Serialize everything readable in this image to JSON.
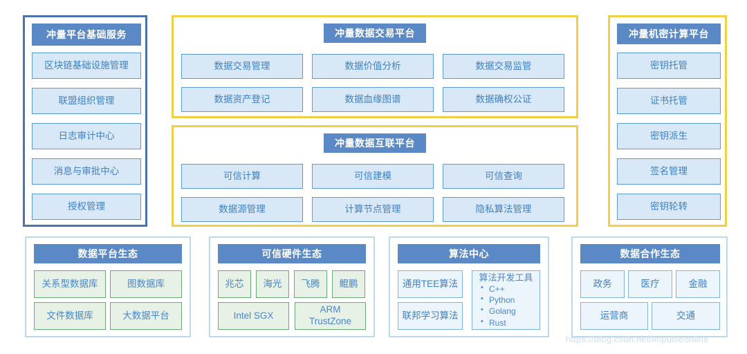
{
  "base_services": {
    "title": "冲量平台基础服务",
    "items": [
      "区块链基础设施管理",
      "联盟组织管理",
      "日志审计中心",
      "消息与审批中心",
      "授权管理"
    ]
  },
  "data_trading": {
    "title": "冲量数据交易平台",
    "items": [
      "数据交易管理",
      "数据价值分析",
      "数据交易监管",
      "数据资产登记",
      "数据血缘图谱",
      "数据确权公证"
    ]
  },
  "data_interconnect": {
    "title": "冲量数据互联平台",
    "items": [
      "可信计算",
      "可信建模",
      "可信查询",
      "数据源管理",
      "计算节点管理",
      "隐私算法管理"
    ]
  },
  "confidential_computing": {
    "title": "冲量机密计算平台",
    "items": [
      "密钥托管",
      "证书托管",
      "密钥派生",
      "签名管理",
      "密钥轮转"
    ]
  },
  "data_platform_eco": {
    "title": "数据平台生态",
    "items": [
      "关系型数据库",
      "图数据库",
      "文件数据库",
      "大数据平台"
    ]
  },
  "trusted_hardware_eco": {
    "title": "可信硬件生态",
    "chips": [
      "兆芯",
      "海光",
      "飞腾",
      "鲲鹏"
    ],
    "platforms": [
      "Intel SGX",
      "ARM\nTrustZone"
    ]
  },
  "algorithm_center": {
    "title": "算法中心",
    "items": [
      "通用TEE算法",
      "联邦学习算法"
    ],
    "tools_title": "算法开发工具",
    "tools": [
      "C++",
      "Python",
      "Golang",
      "Rust"
    ]
  },
  "data_cooperation_eco": {
    "title": "数据合作生态",
    "row1": [
      "政务",
      "医疗",
      "金融"
    ],
    "row2": [
      "运营商",
      "交通"
    ]
  },
  "watermark": "https://blog.csdn.net/impulseonline",
  "colors": {
    "header_blue": "#5b89c6",
    "card_blue_fill": "#d9e8f6",
    "card_blue_border": "#5a9ad4",
    "card_green_fill": "#e7f1e6",
    "card_green_border": "#67ab73",
    "frame_blue": "#4a72ab",
    "frame_gold": "#f3cf46",
    "frame_pale": "#bcd9ef",
    "text_blue": "#3f81c4"
  }
}
